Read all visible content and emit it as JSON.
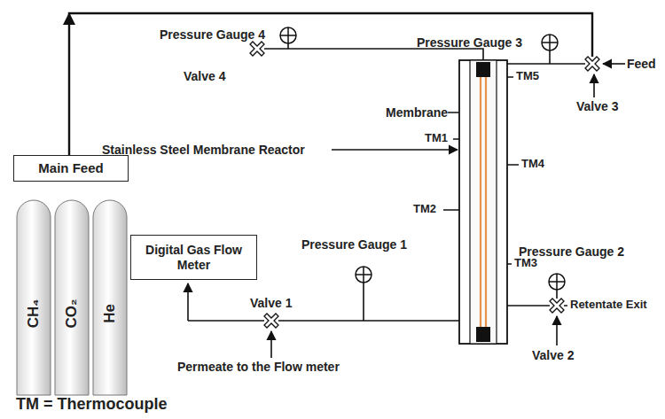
{
  "diagram": {
    "nodes": [
      {
        "text": [
          "Main Feed"
        ]
      },
      {
        "text": [
          "CH₄"
        ]
      },
      {
        "text": [
          "CO₂"
        ]
      },
      {
        "text": [
          "He"
        ]
      },
      {
        "text": [
          "Digital Gas Flow Meter"
        ]
      }
    ],
    "labels": [
      "Pressure Gauge 4",
      "Pressure Gauge 3",
      "Valve 4",
      "Feed",
      "TM5",
      "Membrane",
      "Valve 3",
      "TM1",
      "Stainless Steel Membrane Reactor",
      "TM4",
      "TM2",
      "Pressure Gauge 1",
      "Pressure Gauge 2",
      "TM3",
      "Retentate Exit",
      "Valve 1",
      "Valve 2",
      "Permeate to the Flow meter",
      "TM = Thermocouple"
    ]
  }
}
